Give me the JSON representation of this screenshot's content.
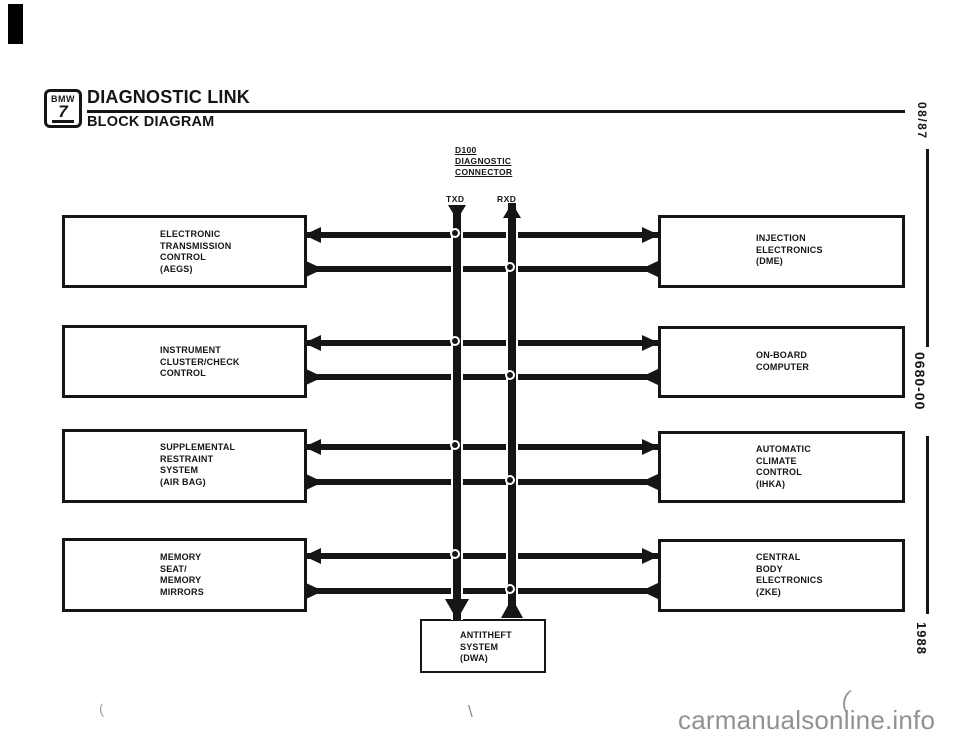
{
  "header": {
    "badge_brand": "BMW",
    "badge_series": "7",
    "title": "DIAGNOSTIC LINK",
    "subtitle": "BLOCK DIAGRAM"
  },
  "connector": {
    "label_line1": "D100",
    "label_line2": "DIAGNOSTIC",
    "label_line3": "CONNECTOR",
    "txd_label": "TXD",
    "rxd_label": "RXD"
  },
  "modules": {
    "left": [
      {
        "lines": [
          "ELECTRONIC",
          "TRANSMISSION",
          "CONTROL",
          "(AEGS)"
        ]
      },
      {
        "lines": [
          "INSTRUMENT",
          "CLUSTER/CHECK",
          "CONTROL"
        ]
      },
      {
        "lines": [
          "SUPPLEMENTAL",
          "RESTRAINT",
          "SYSTEM",
          "(AIR BAG)"
        ]
      },
      {
        "lines": [
          "MEMORY",
          "SEAT/",
          "MEMORY",
          "MIRRORS"
        ]
      }
    ],
    "right": [
      {
        "lines": [
          "INJECTION",
          "ELECTRONICS",
          "(DME)"
        ]
      },
      {
        "lines": [
          "ON-BOARD",
          "COMPUTER"
        ]
      },
      {
        "lines": [
          "AUTOMATIC",
          "CLIMATE",
          "CONTROL",
          "(IHKA)"
        ]
      },
      {
        "lines": [
          "CENTRAL",
          "BODY",
          "ELECTRONICS",
          "(ZKE)"
        ]
      }
    ],
    "bottom": {
      "lines": [
        "ANTITHEFT",
        "SYSTEM",
        "(DWA)"
      ]
    }
  },
  "margin_strip": {
    "revision_date": "08/87",
    "document_code": "0680-00",
    "year": "1988"
  },
  "watermark": "carmanualsonline.info",
  "artifacts": {
    "paren": "(",
    "curl": "(",
    "slash": "\\"
  },
  "colors": {
    "ink": "#151515",
    "watermark": "#8f9193",
    "paper": "#ffffff"
  }
}
